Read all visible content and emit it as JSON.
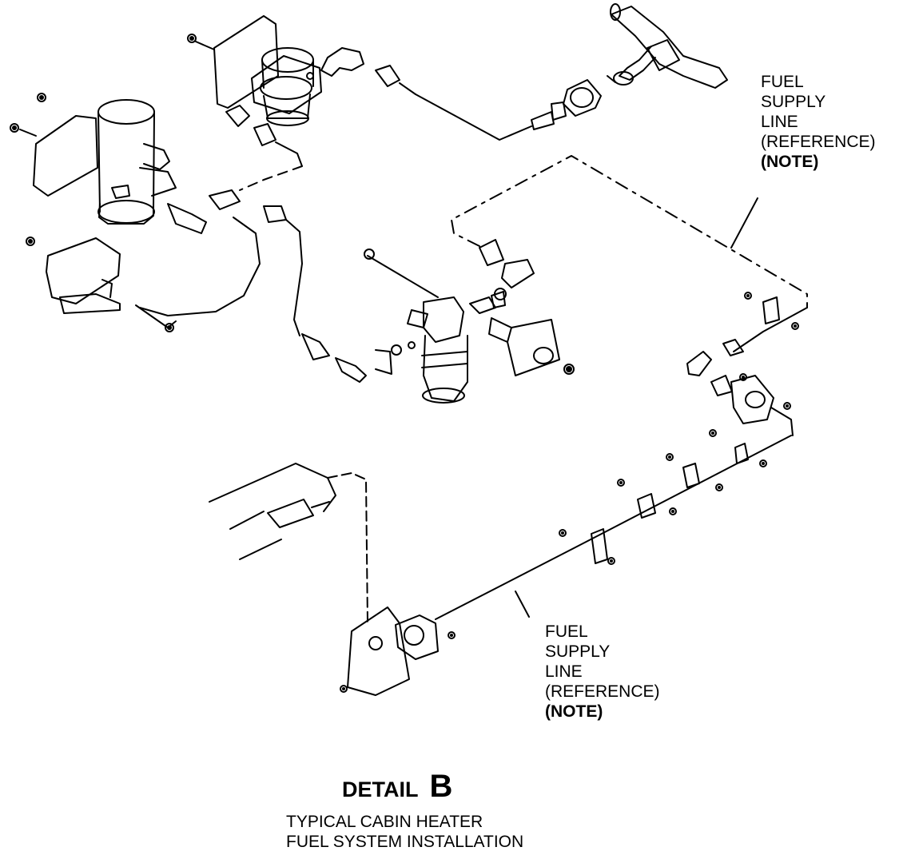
{
  "callouts": {
    "upper": {
      "line1": "FUEL",
      "line2": "SUPPLY",
      "line3": "LINE",
      "line4": "(REFERENCE)",
      "note": "(NOTE)"
    },
    "lower": {
      "line1": "FUEL",
      "line2": "SUPPLY",
      "line3": "LINE",
      "line4": "(REFERENCE)",
      "note": "(NOTE)"
    }
  },
  "detail": {
    "word": "DETAIL",
    "letter": "B"
  },
  "caption": {
    "line1": "TYPICAL CABIN HEATER",
    "line2": "FUEL SYSTEM INSTALLATION"
  }
}
